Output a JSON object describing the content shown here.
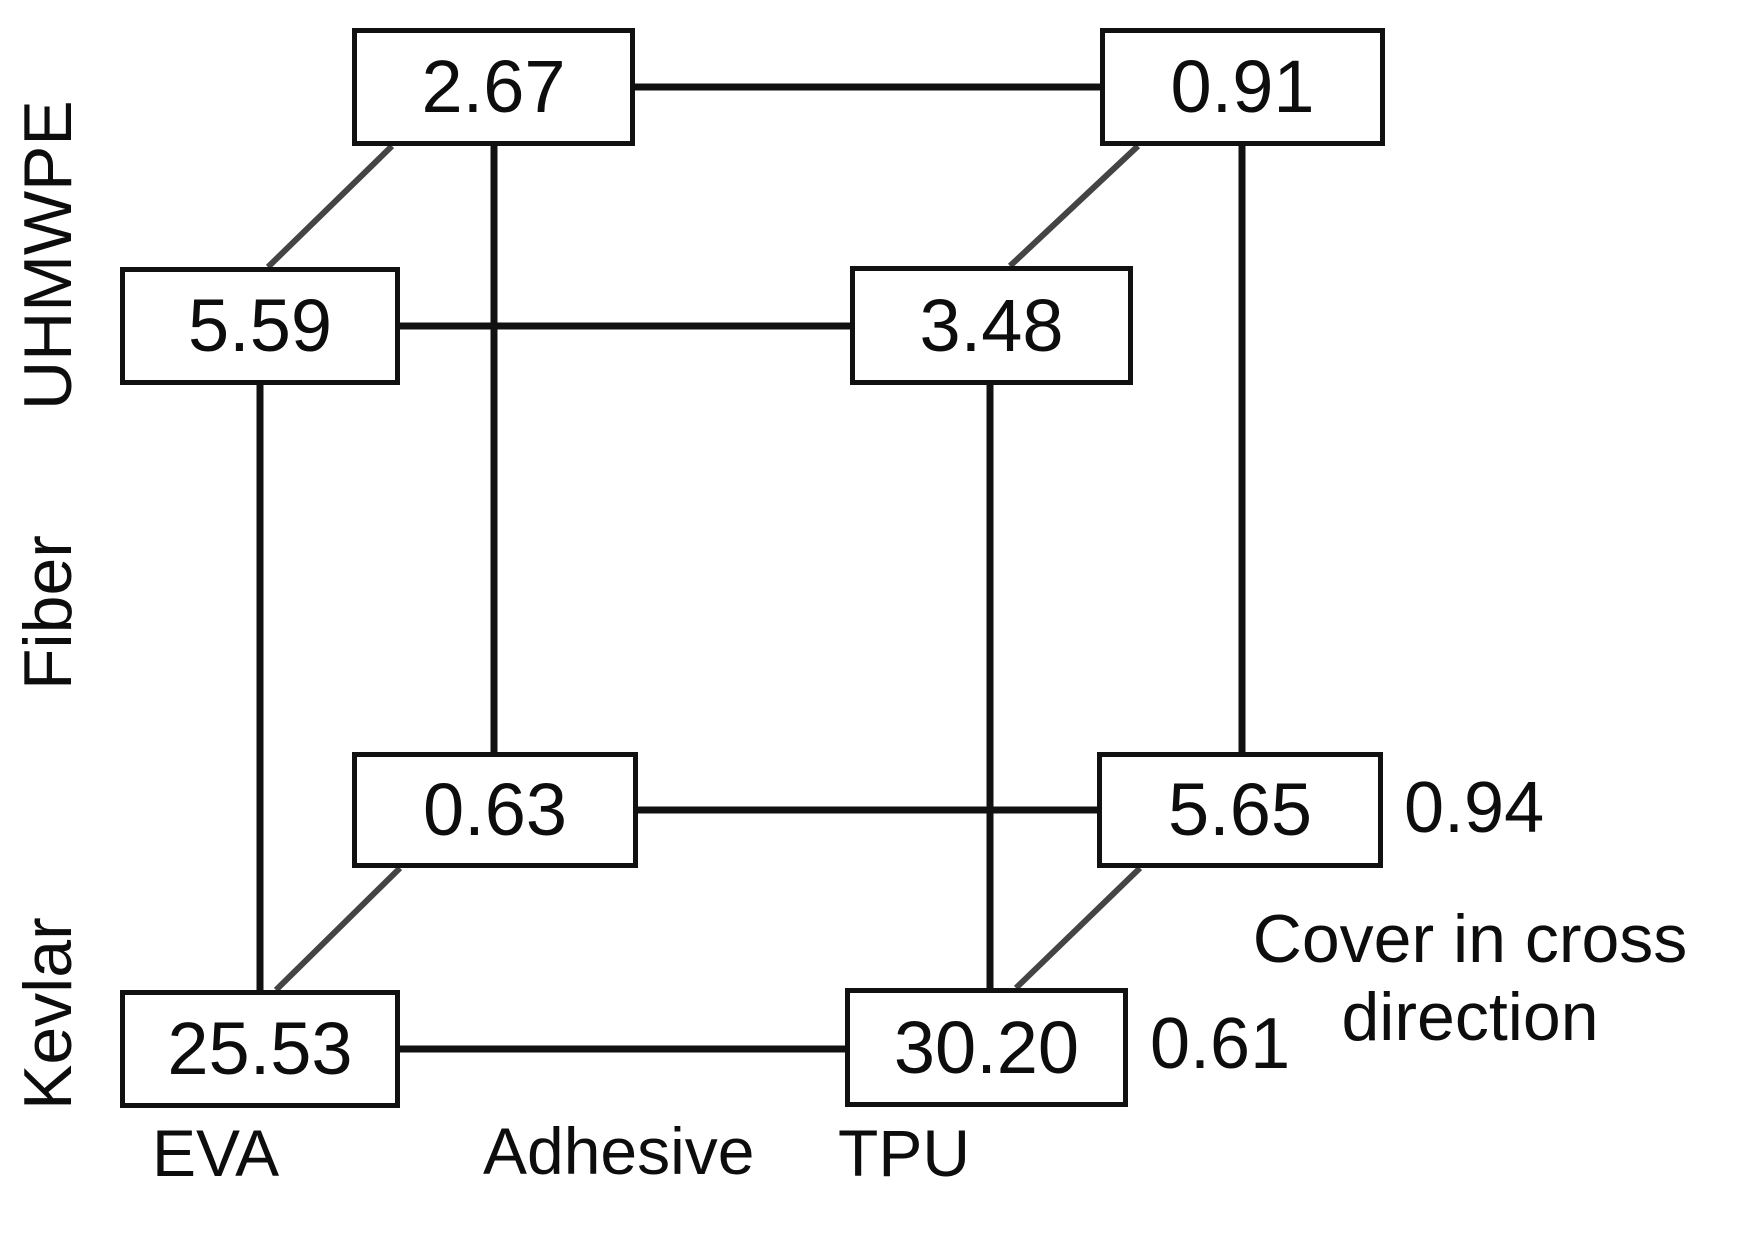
{
  "figure": {
    "type": "cube-plot",
    "title": "",
    "background_color": "#ffffff",
    "line_color": "#111111",
    "text_color": "#0d0d0d"
  },
  "axes": {
    "vertical": {
      "name": "Fiber",
      "label": "Fiber",
      "levels": [
        {
          "key": "uhmwpe",
          "label": "UHMWPE"
        },
        {
          "key": "kevlar",
          "label": "Kevlar"
        }
      ]
    },
    "horizontal": {
      "name": "Adhesive",
      "label": "Adhesive",
      "levels": [
        {
          "key": "eva",
          "label": "EVA"
        },
        {
          "key": "tpu",
          "label": "TPU"
        }
      ]
    },
    "depth": {
      "name": "Cover in cross direction",
      "label_line1": "Cover in cross",
      "label_line2": "direction",
      "levels": [
        {
          "key": "low",
          "label": "0.61"
        },
        {
          "key": "high",
          "label": "0.94"
        }
      ]
    }
  },
  "nodes": [
    {
      "id": "n1",
      "value": "2.67",
      "fiber": "UHMWPE",
      "adhesive": "EVA",
      "cover": "0.94"
    },
    {
      "id": "n2",
      "value": "0.91",
      "fiber": "UHMWPE",
      "adhesive": "TPU",
      "cover": "0.94"
    },
    {
      "id": "n3",
      "value": "5.59",
      "fiber": "UHMWPE",
      "adhesive": "EVA",
      "cover": "0.61"
    },
    {
      "id": "n4",
      "value": "3.48",
      "fiber": "UHMWPE",
      "adhesive": "TPU",
      "cover": "0.61"
    },
    {
      "id": "n5",
      "value": "0.63",
      "fiber": "Kevlar",
      "adhesive": "EVA",
      "cover": "0.94"
    },
    {
      "id": "n6",
      "value": "5.65",
      "fiber": "Kevlar",
      "adhesive": "TPU",
      "cover": "0.94"
    },
    {
      "id": "n7",
      "value": "25.53",
      "fiber": "Kevlar",
      "adhesive": "EVA",
      "cover": "0.61"
    },
    {
      "id": "n8",
      "value": "30.20",
      "fiber": "Kevlar",
      "adhesive": "TPU",
      "cover": "0.61"
    }
  ],
  "side_values": {
    "upper_right": "0.94",
    "lower_right": "0.61"
  },
  "chart_data": {
    "type": "cube-plot",
    "title": "",
    "factors": [
      "Fiber",
      "Adhesive",
      "Cover in cross direction"
    ],
    "factor_levels": {
      "Fiber": [
        "UHMWPE",
        "Kevlar"
      ],
      "Adhesive": [
        "EVA",
        "TPU"
      ],
      "Cover in cross direction": [
        "0.61",
        "0.94"
      ]
    },
    "response_values": [
      {
        "Fiber": "UHMWPE",
        "Adhesive": "EVA",
        "Cover in cross direction": "0.94",
        "value": 2.67
      },
      {
        "Fiber": "UHMWPE",
        "Adhesive": "TPU",
        "Cover in cross direction": "0.94",
        "value": 0.91
      },
      {
        "Fiber": "UHMWPE",
        "Adhesive": "EVA",
        "Cover in cross direction": "0.61",
        "value": 5.59
      },
      {
        "Fiber": "UHMWPE",
        "Adhesive": "TPU",
        "Cover in cross direction": "0.61",
        "value": 3.48
      },
      {
        "Fiber": "Kevlar",
        "Adhesive": "EVA",
        "Cover in cross direction": "0.94",
        "value": 0.63
      },
      {
        "Fiber": "Kevlar",
        "Adhesive": "TPU",
        "Cover in cross direction": "0.94",
        "value": 5.65
      },
      {
        "Fiber": "Kevlar",
        "Adhesive": "EVA",
        "Cover in cross direction": "0.61",
        "value": 25.53
      },
      {
        "Fiber": "Kevlar",
        "Adhesive": "TPU",
        "Cover in cross direction": "0.61",
        "value": 30.2
      }
    ],
    "xlabel": "Adhesive",
    "ylabel": "Fiber",
    "zlabel": "Cover in cross direction",
    "grid": false,
    "legend": "none"
  }
}
